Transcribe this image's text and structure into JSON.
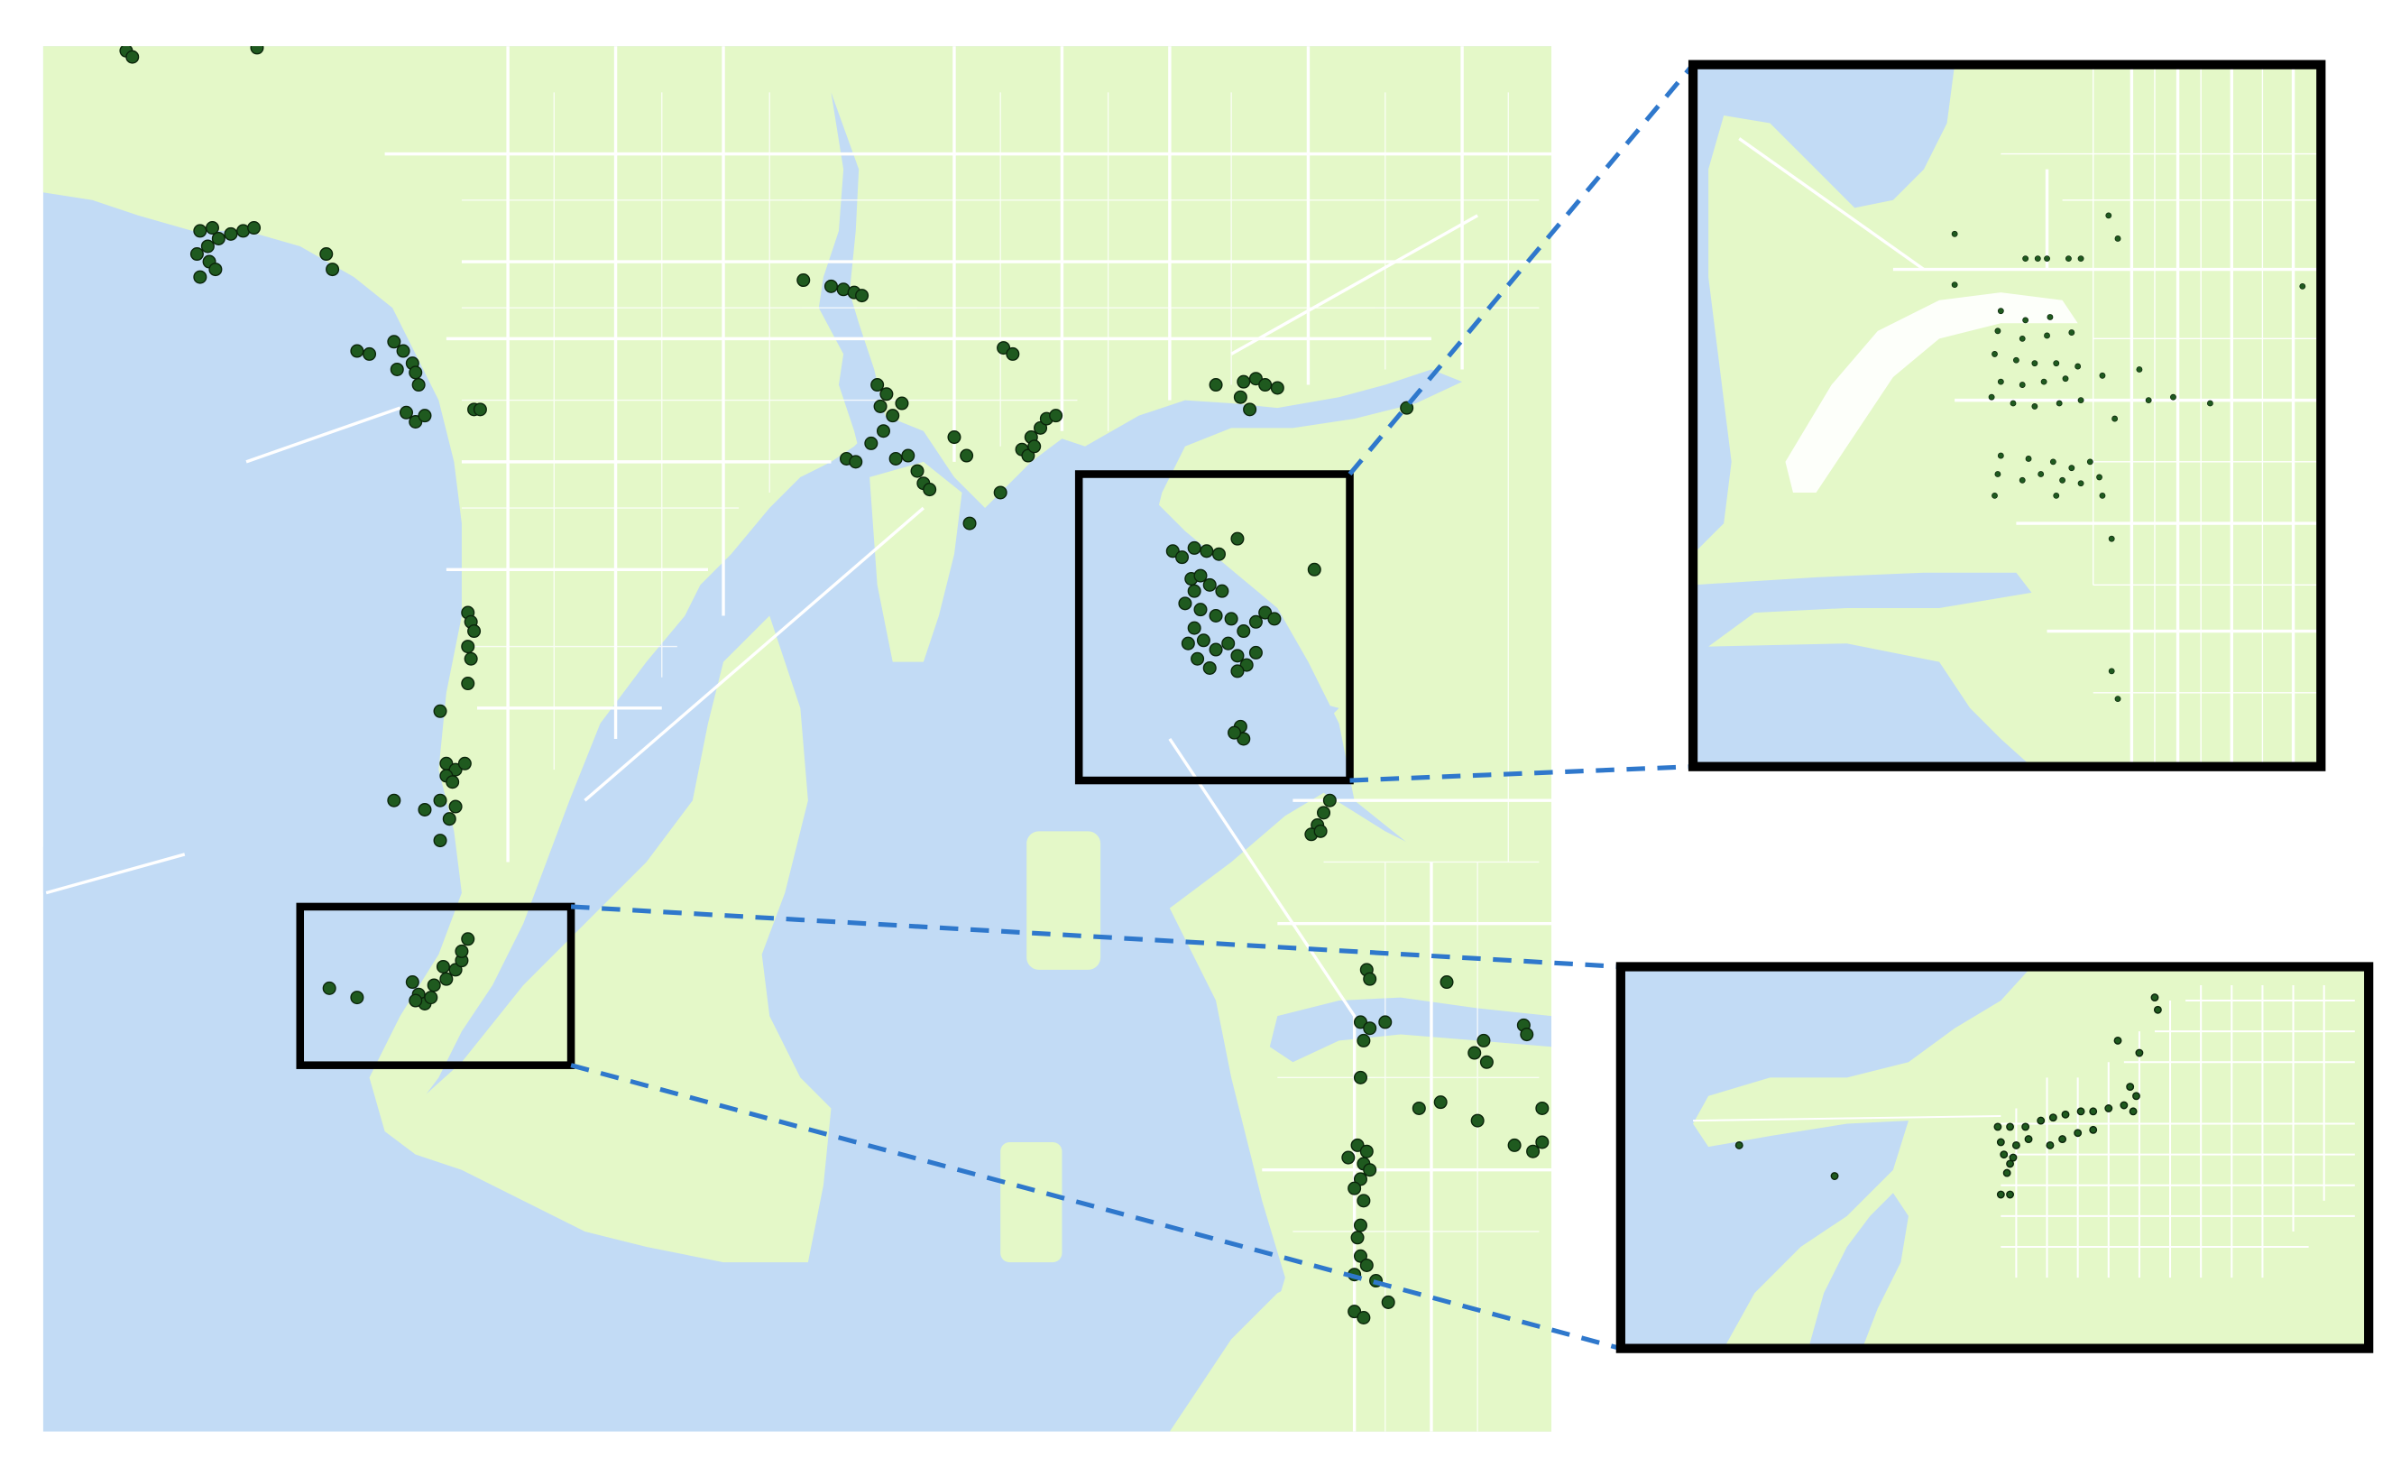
{
  "colors": {
    "water": "#c2dbf5",
    "land": "#e4f8c8",
    "road": "#ffffff",
    "point_fill": "#1f5a1f",
    "point_stroke": "#0a240a",
    "frame": "#000000",
    "connector": "#2f78cc"
  },
  "map": {
    "main_view": "coastal-bay-overview",
    "point_symbol": "dark-green-circle",
    "highlight_boxes": [
      {
        "id": "box-east",
        "zoom": "inset-top"
      },
      {
        "id": "box-southwest",
        "zoom": "inset-bottom"
      }
    ]
  }
}
